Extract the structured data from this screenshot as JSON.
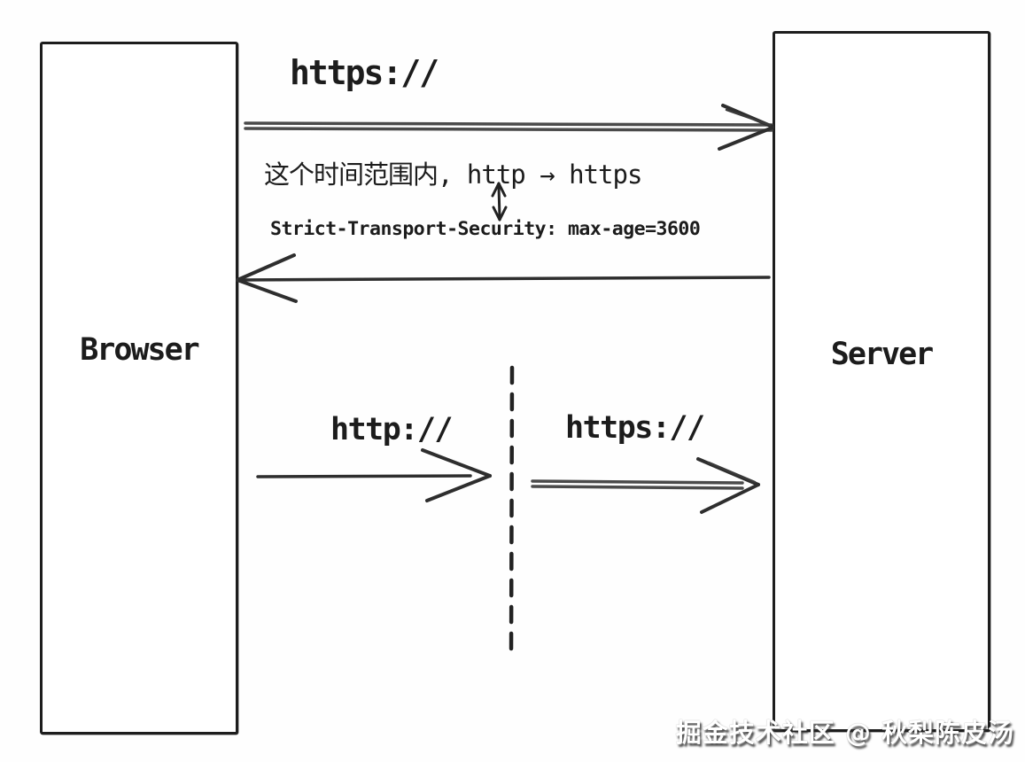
{
  "nodes": {
    "browser_label": "Browser",
    "server_label": "Server"
  },
  "labels": {
    "top_request": "https://",
    "hsts_note": "这个时间范围内, http → https",
    "hsts_header": "Strict-Transport-Security: max-age=3600",
    "lower_http": "http://",
    "lower_https": "https://"
  },
  "watermark": "掘金技术社区 @ 秋梨陈皮汤",
  "colors": {
    "background": "#fefefe",
    "line": "#2e2e2e",
    "double_line": "#4a4a4a",
    "text": "#1c1c1c",
    "watermark_text": "#ffffff",
    "watermark_shadow": "#2d2d2d"
  }
}
